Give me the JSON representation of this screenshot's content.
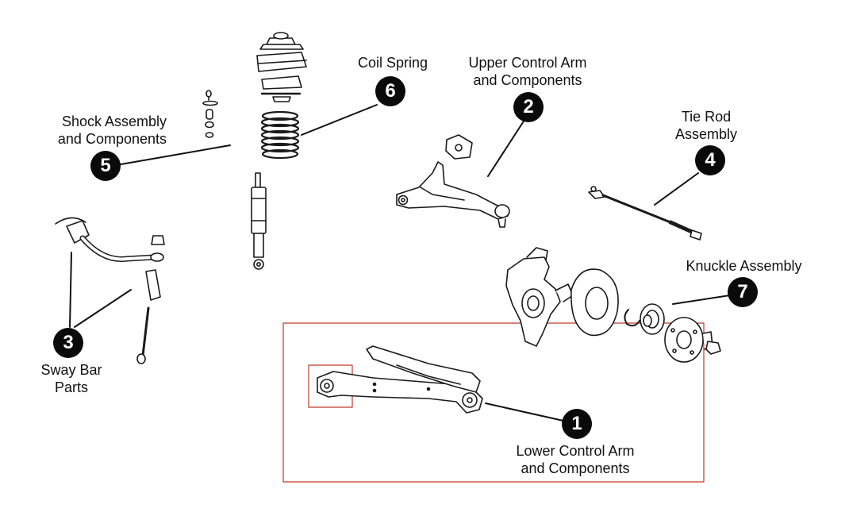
{
  "accent_colors": {
    "highlight_box": "#c0392b",
    "badge": "#0a0a0a",
    "line_art": "#1a1a1a"
  },
  "callouts": [
    {
      "number": "1",
      "line1": "Lower Control Arm",
      "line2": "and Components"
    },
    {
      "number": "2",
      "line1": "Upper Control Arm",
      "line2": "and Components"
    },
    {
      "number": "3",
      "line1": "Sway Bar",
      "line2": "Parts"
    },
    {
      "number": "4",
      "line1": "Tie Rod",
      "line2": "Assembly"
    },
    {
      "number": "5",
      "line1": "Shock Assembly",
      "line2": "and Components"
    },
    {
      "number": "6",
      "line1": "Coil Spring",
      "line2": ""
    },
    {
      "number": "7",
      "line1": "Knuckle Assembly",
      "line2": ""
    }
  ]
}
